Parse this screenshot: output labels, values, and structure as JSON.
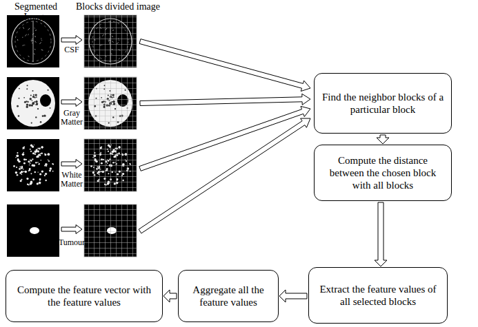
{
  "diagram": {
    "nodes": [
      {
        "text": [
          "Find the neighbor blocks of a particular block"
        ]
      },
      {
        "text": [
          "Compute the distance between the chosen block with all blocks"
        ]
      },
      {
        "text": [
          "Extract the feature values of all selected blocks"
        ]
      },
      {
        "text": [
          "Aggregate all the feature values"
        ]
      },
      {
        "text": [
          "Compute the feature vector with the feature values"
        ]
      }
    ],
    "edges": [
      {
        "from": 0,
        "to": 1,
        "arrow": "to"
      },
      {
        "from": 1,
        "to": 2,
        "arrow": "to"
      },
      {
        "from": 2,
        "to": 3,
        "arrow": "to"
      },
      {
        "from": 3,
        "to": 4,
        "arrow": "to"
      }
    ],
    "labels": [
      "Segmented Image",
      "Blocks divided image",
      "CSF",
      "Gray Matter",
      "White Matter",
      "Tumour"
    ]
  }
}
